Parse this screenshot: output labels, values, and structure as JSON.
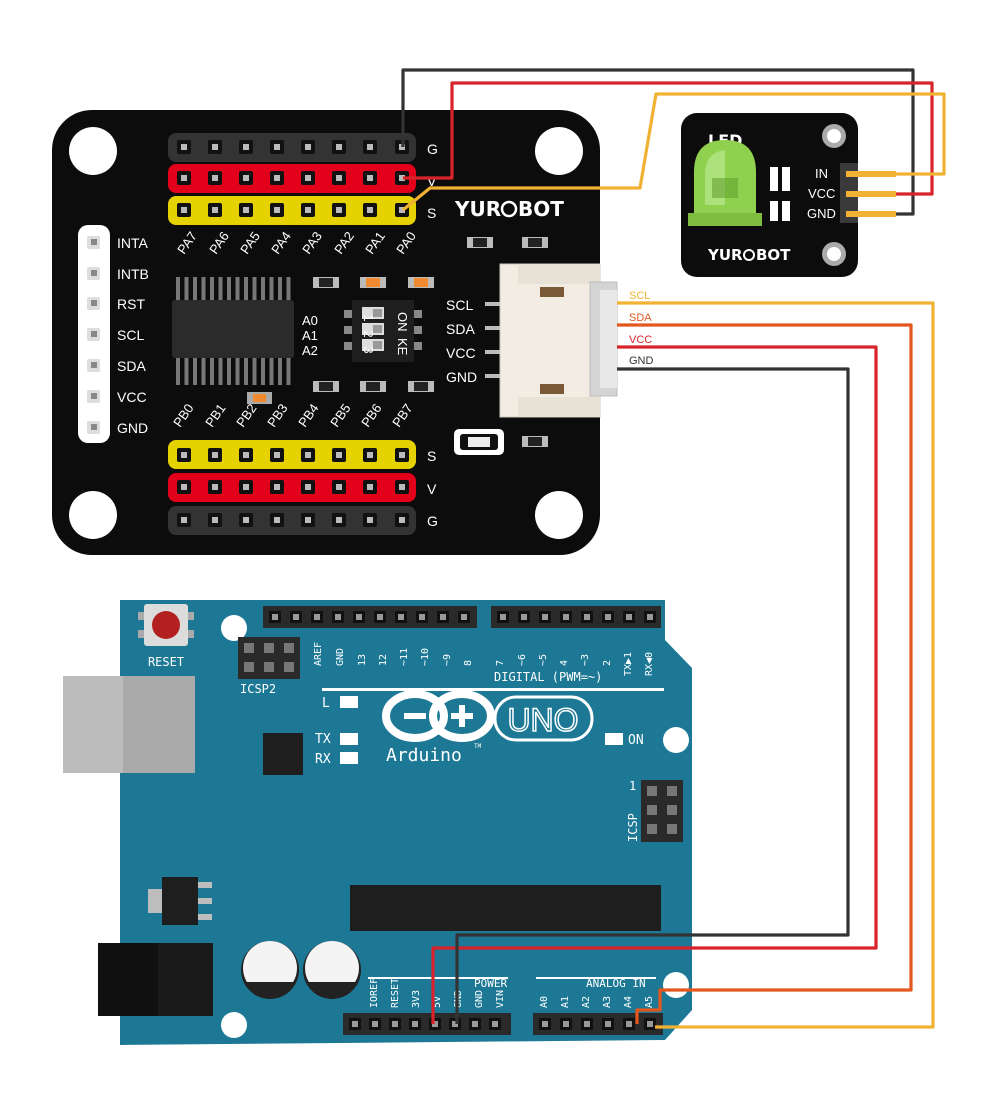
{
  "expander": {
    "brand": "YUR",
    "brand_suffix": "BOT",
    "left_pins": [
      "INTA",
      "INTB",
      "RST",
      "SCL",
      "SDA",
      "VCC",
      "GND"
    ],
    "top_port_labels": [
      "PA7",
      "PA6",
      "PA5",
      "PA4",
      "PA3",
      "PA2",
      "PA1",
      "PA0"
    ],
    "bottom_port_labels": [
      "PB0",
      "PB1",
      "PB2",
      "PB3",
      "PB4",
      "PB5",
      "PB6",
      "PB7"
    ],
    "top_row_letters": [
      "G",
      "V",
      "S"
    ],
    "bottom_row_letters": [
      "S",
      "V",
      "G"
    ],
    "address_labels": [
      "A0",
      "A1",
      "A2"
    ],
    "dip_numbers": [
      "1",
      "2",
      "3"
    ],
    "dip_text": [
      "ON",
      "KE"
    ],
    "connector_labels": [
      "SCL",
      "SDA",
      "VCC",
      "GND"
    ]
  },
  "led_module": {
    "title": "LED",
    "brand": "YUR",
    "brand_suffix": "BOT",
    "pins": [
      "IN",
      "VCC",
      "GND"
    ]
  },
  "wire_labels": [
    "SCL",
    "SDA",
    "VCC",
    "GND"
  ],
  "colors": {
    "scl_wire": "#f1b233",
    "sda_wire": "#e3571e",
    "vcc_wire": "#d8232a",
    "gnd_wire": "#333333",
    "board_blue": "#1d7896",
    "header_yellow": "#e6d200",
    "header_red": "#e2001a"
  },
  "arduino": {
    "reset_label": "RESET",
    "icsp2_label": "ICSP2",
    "icsp_label": "ICSP",
    "icsp_pin1": "1",
    "digital_label": "DIGITAL (PWM=~)",
    "digital_pins": [
      "AREF",
      "GND",
      "13",
      "12",
      "~11",
      "~10",
      "~9",
      "8",
      "7",
      "~6",
      "~5",
      "4",
      "~3",
      "2",
      "TX▶1",
      "RX◀0"
    ],
    "led_labels": [
      "L",
      "TX",
      "RX",
      "ON"
    ],
    "uno_label": "UNO",
    "brand": "Arduino",
    "tm": "TM",
    "power_label": "POWER",
    "power_pins": [
      "IOREF",
      "RESET",
      "3V3",
      "5V",
      "GND",
      "GND",
      "VIN"
    ],
    "analog_label": "ANALOG IN",
    "analog_pins": [
      "A0",
      "A1",
      "A2",
      "A3",
      "A4",
      "A5"
    ]
  }
}
